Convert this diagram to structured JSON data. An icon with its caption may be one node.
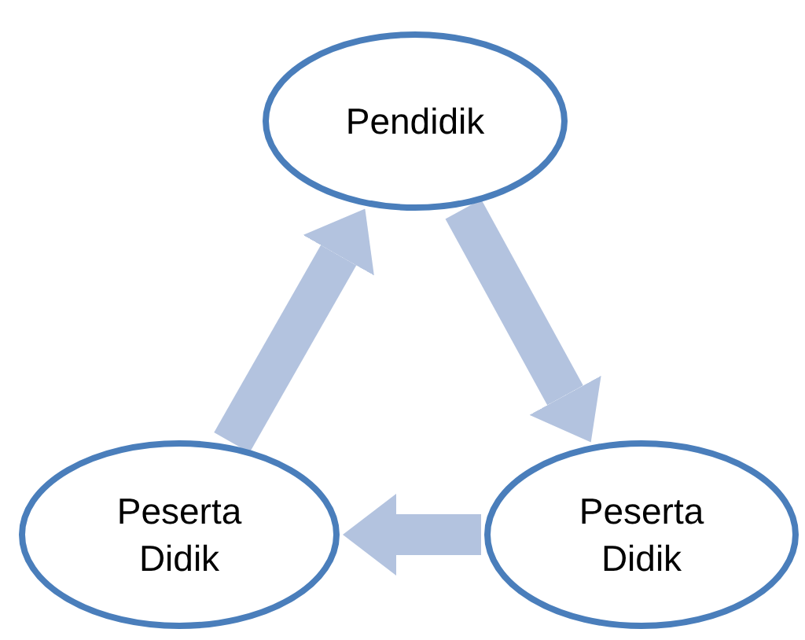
{
  "diagram": {
    "nodes": [
      {
        "text": [
          "Pendidik"
        ]
      },
      {
        "text": [
          "Peserta Didik"
        ]
      },
      {
        "text": [
          "Peserta Didik"
        ]
      }
    ],
    "edges": [
      {
        "from": 0,
        "to": 2,
        "arrow": "to"
      },
      {
        "from": 2,
        "to": 1,
        "arrow": "to"
      },
      {
        "from": 1,
        "to": 0,
        "arrow": "to"
      }
    ]
  }
}
